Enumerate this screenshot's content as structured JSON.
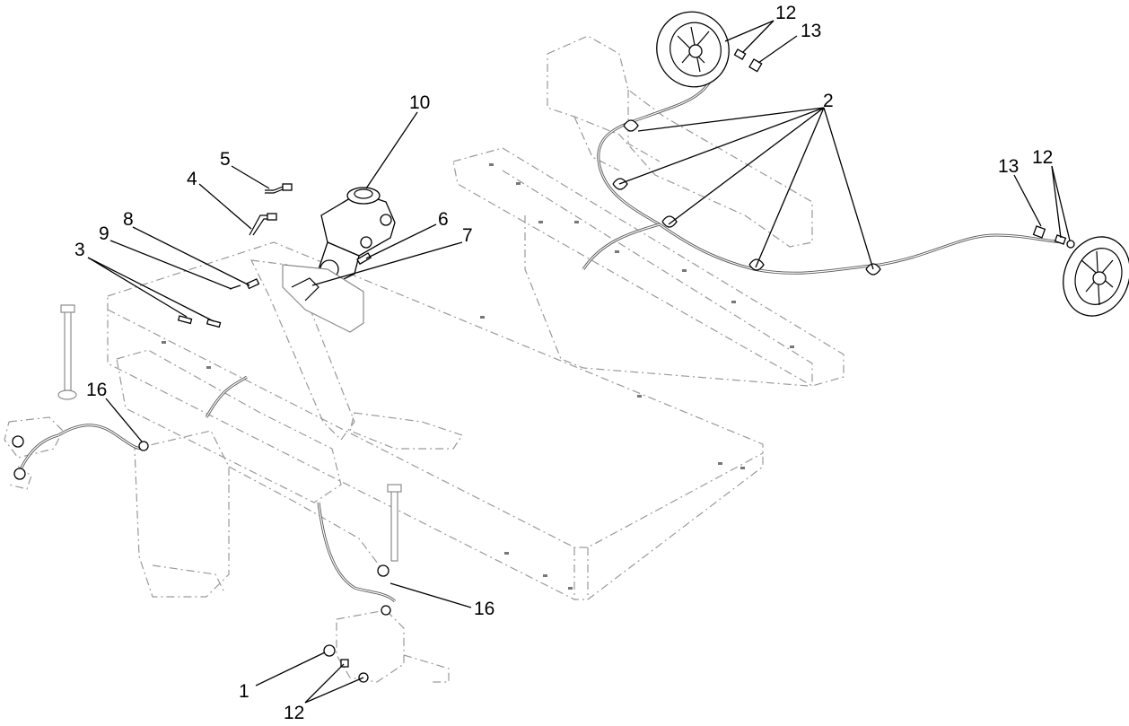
{
  "diagram": {
    "callouts": [
      {
        "id": "1",
        "text": "1"
      },
      {
        "id": "2",
        "text": "2"
      },
      {
        "id": "3",
        "text": "3"
      },
      {
        "id": "4",
        "text": "4"
      },
      {
        "id": "5",
        "text": "5"
      },
      {
        "id": "6",
        "text": "6"
      },
      {
        "id": "7",
        "text": "7"
      },
      {
        "id": "8",
        "text": "8"
      },
      {
        "id": "9",
        "text": "9"
      },
      {
        "id": "10",
        "text": "10"
      },
      {
        "id": "12a",
        "text": "12"
      },
      {
        "id": "12b",
        "text": "12"
      },
      {
        "id": "12c",
        "text": "12"
      },
      {
        "id": "13a",
        "text": "13"
      },
      {
        "id": "13b",
        "text": "13"
      },
      {
        "id": "16a",
        "text": "16"
      },
      {
        "id": "16b",
        "text": "16"
      }
    ]
  }
}
